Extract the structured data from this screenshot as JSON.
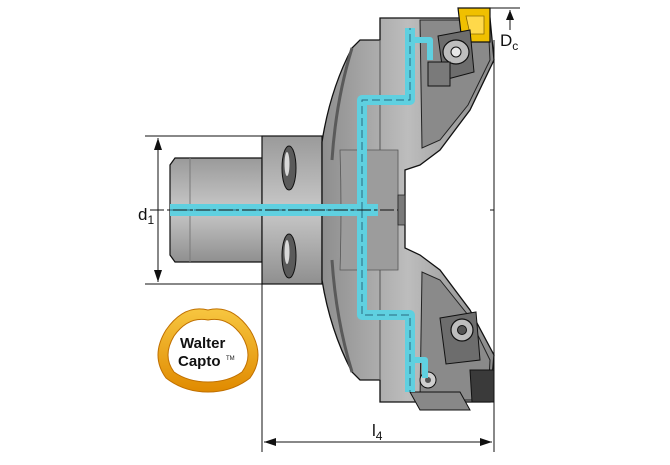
{
  "dimensions": {
    "dc": {
      "main": "D",
      "sub": "c"
    },
    "d1": {
      "main": "d",
      "sub": "1"
    },
    "l4": {
      "main": "l",
      "sub": "4"
    }
  },
  "logo": {
    "line1": "Walter",
    "line2": "Capto",
    "tm": "TM"
  },
  "colors": {
    "body": "#a8a8a8",
    "body_dark": "#6e6e6e",
    "body_light": "#cfcfcf",
    "coolant": "#5fd0e0",
    "insert": "#f0c000",
    "logo_orange": "#f2a900",
    "line": "#111111"
  }
}
